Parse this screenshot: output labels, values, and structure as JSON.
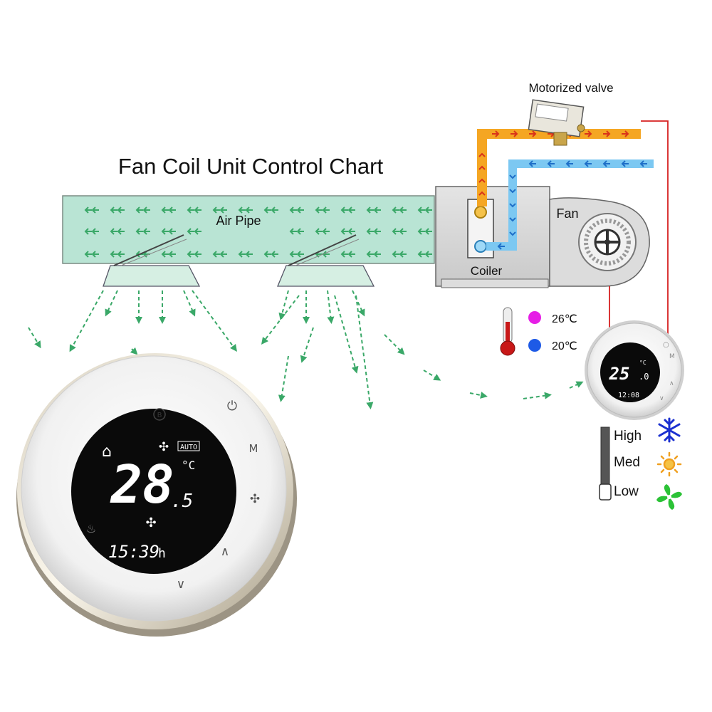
{
  "title": "Fan Coil Unit Control Chart",
  "labels": {
    "air_pipe": "Air Pipe",
    "motorized_valve": "Motorized valve",
    "fan": "Fan",
    "coiler": "Coiler"
  },
  "temperature_legend": {
    "hot": {
      "value": "26℃",
      "color": "#e61ee6"
    },
    "cold": {
      "value": "20℃",
      "color": "#1e5ae6"
    }
  },
  "fan_speeds": [
    {
      "label": "High",
      "icon": "snowflake-icon",
      "color": "#1a2fd0"
    },
    {
      "label": "Med",
      "icon": "sun-icon",
      "color": "#f0a020"
    },
    {
      "label": "Low",
      "icon": "fan-icon",
      "color": "#2bc236"
    }
  ],
  "large_thermostat": {
    "temperature": "28",
    "decimal": ".5",
    "unit": "°C",
    "time": "15:39",
    "time_suffix": "h",
    "mode_badge": "AUTO",
    "buttons": [
      "power-button",
      "mode-button",
      "fan-button",
      "up-button",
      "down-button",
      "heat-button",
      "home-button"
    ]
  },
  "small_thermostat": {
    "temperature": "25",
    "decimal": ".0",
    "unit": "°C",
    "time": "12:08"
  },
  "colors": {
    "air_pipe_fill": "#b9e4d4",
    "air_arrow": "#3aa868",
    "hot_pipe": "#f5a623",
    "cold_pipe": "#7cc8f2",
    "wire": "#d62020",
    "bezel": "#e8e8e8",
    "screen": "#0a0a0a"
  }
}
